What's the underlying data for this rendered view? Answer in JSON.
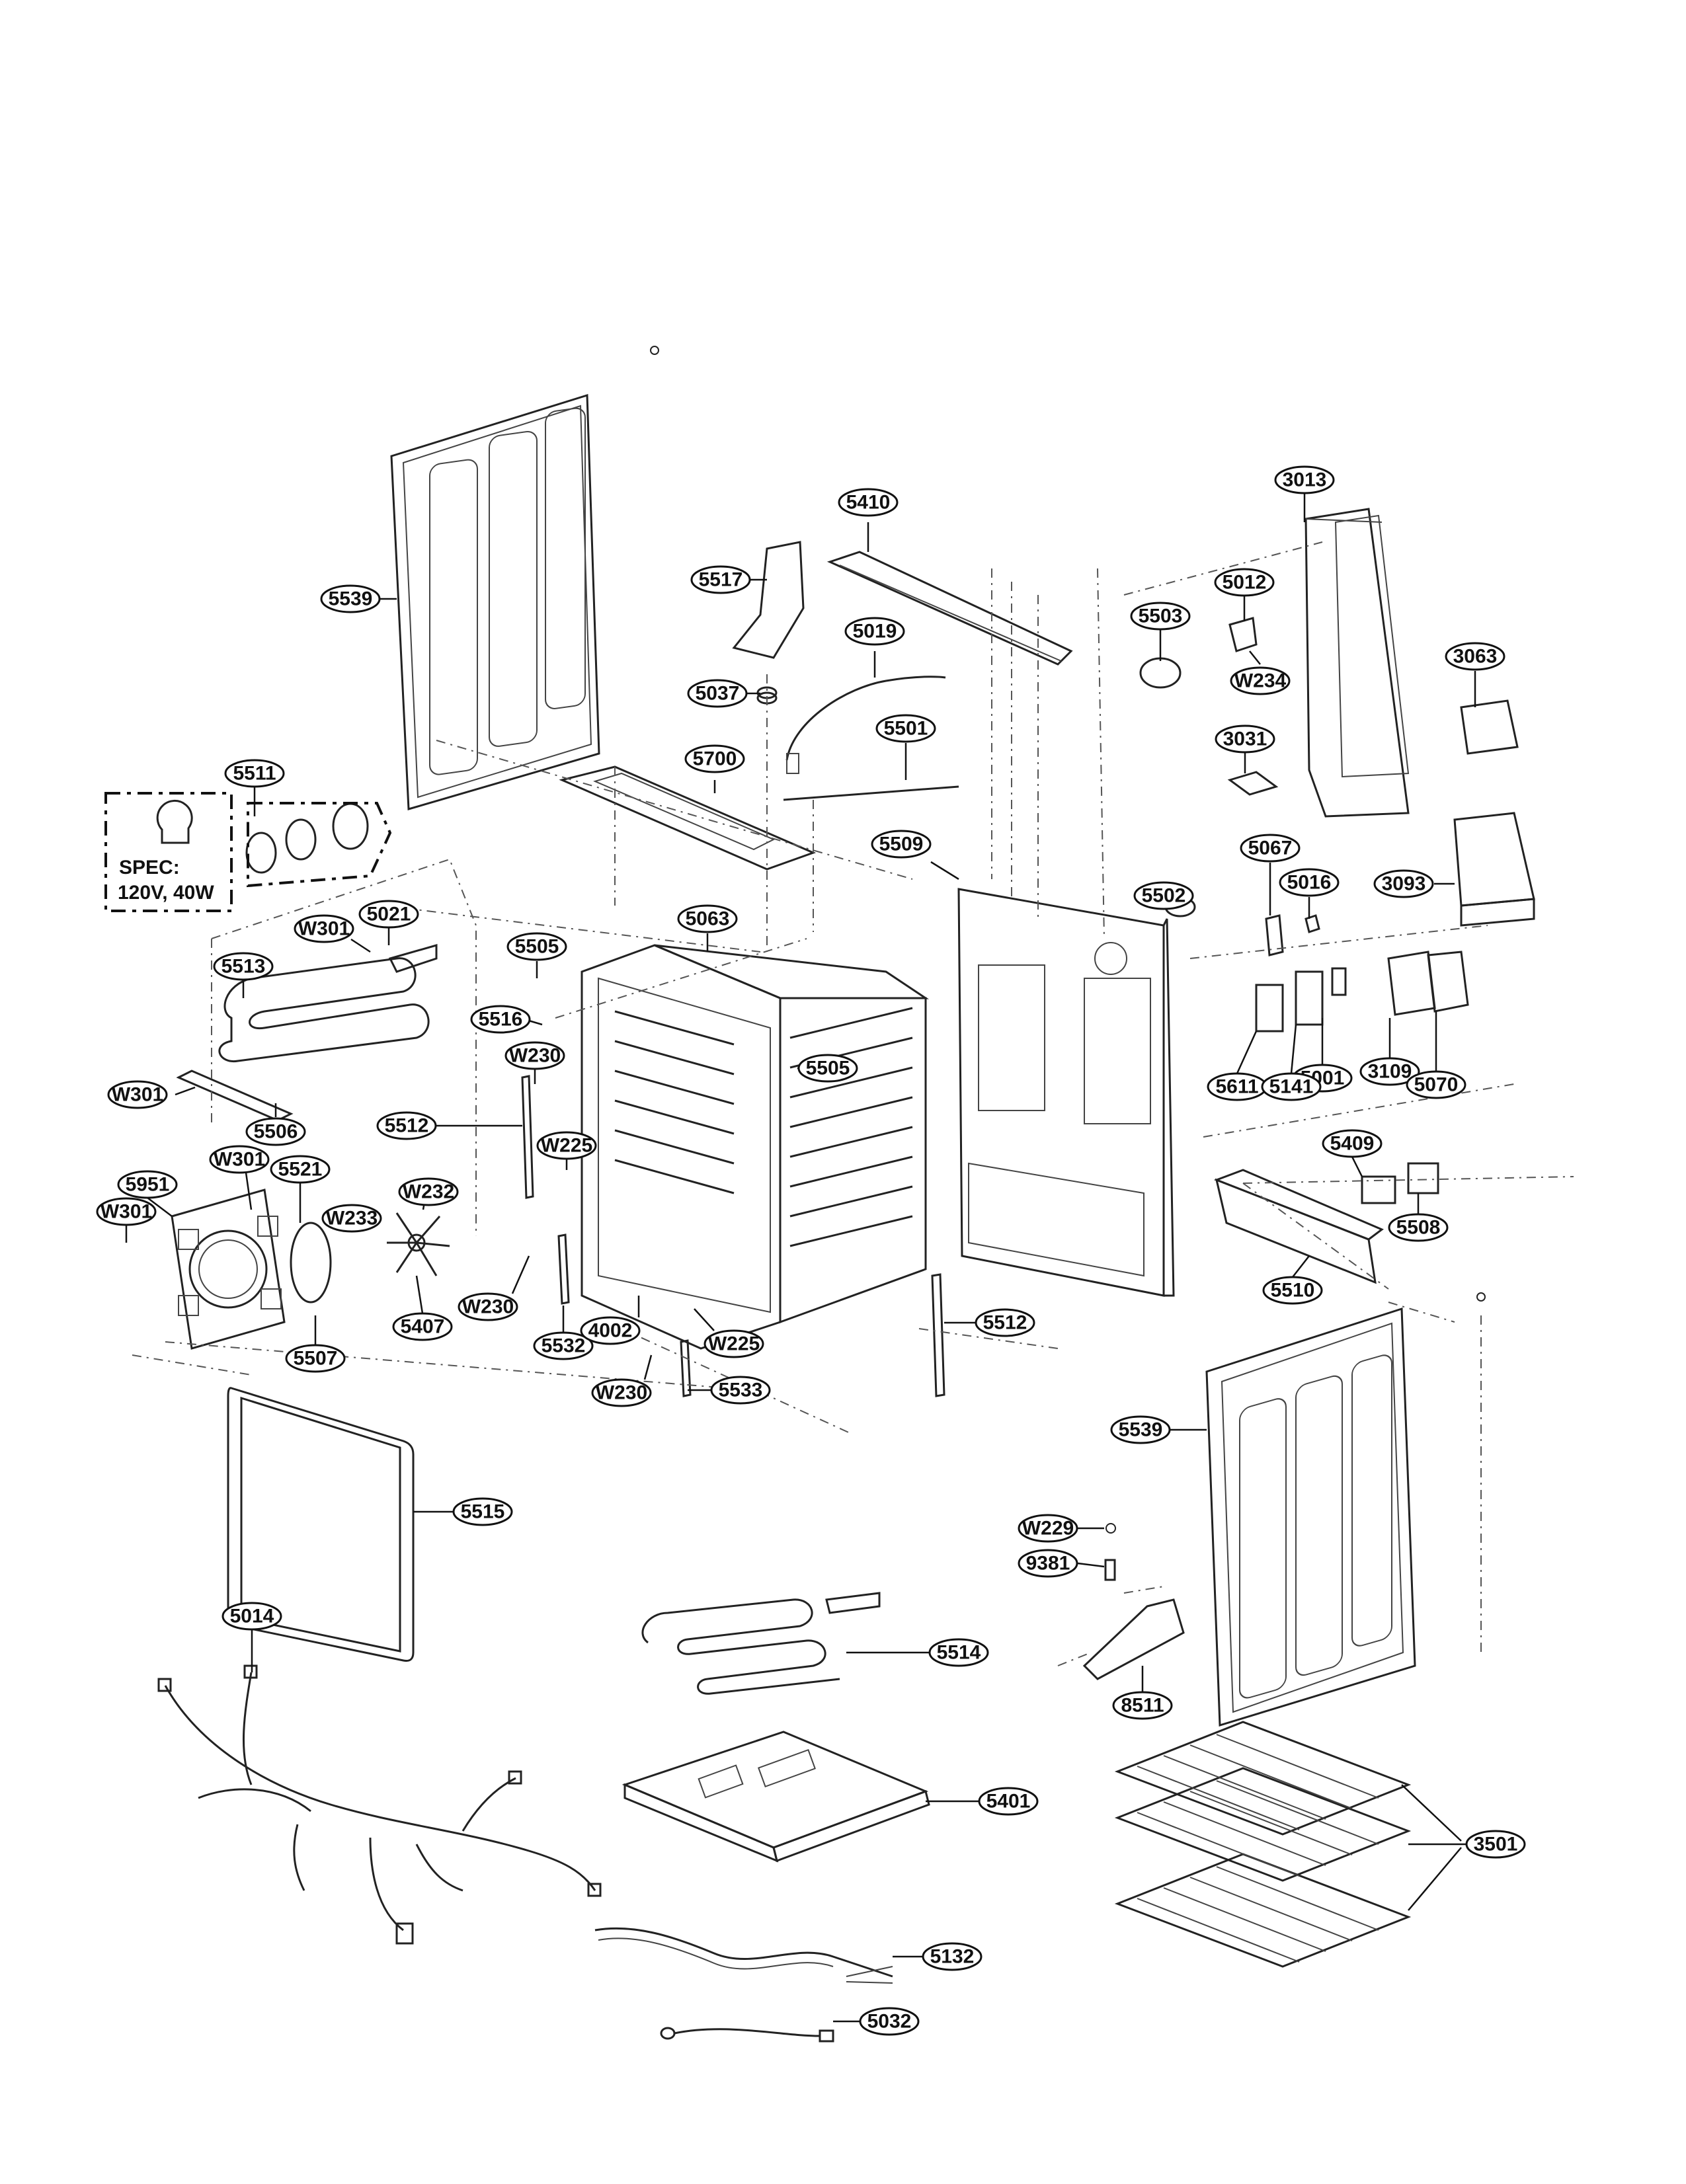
{
  "spec_note": {
    "line1": "SPEC:",
    "line2": "120V, 40W"
  },
  "callouts": [
    {
      "id": "c-5539-top",
      "label": "5539"
    },
    {
      "id": "c-5410",
      "label": "5410"
    },
    {
      "id": "c-5517",
      "label": "5517"
    },
    {
      "id": "c-5019",
      "label": "5019"
    },
    {
      "id": "c-5037",
      "label": "5037"
    },
    {
      "id": "c-5501",
      "label": "5501"
    },
    {
      "id": "c-5700",
      "label": "5700"
    },
    {
      "id": "c-5511",
      "label": "5511"
    },
    {
      "id": "c-3013",
      "label": "3013"
    },
    {
      "id": "c-5012",
      "label": "5012"
    },
    {
      "id": "c-5503",
      "label": "5503"
    },
    {
      "id": "c-W234",
      "label": "W234"
    },
    {
      "id": "c-3063",
      "label": "3063"
    },
    {
      "id": "c-3031",
      "label": "3031"
    },
    {
      "id": "c-5509",
      "label": "5509"
    },
    {
      "id": "c-5067",
      "label": "5067"
    },
    {
      "id": "c-5016",
      "label": "5016"
    },
    {
      "id": "c-3093",
      "label": "3093"
    },
    {
      "id": "c-5502",
      "label": "5502"
    },
    {
      "id": "c-W301-a",
      "label": "W301"
    },
    {
      "id": "c-5021",
      "label": "5021"
    },
    {
      "id": "c-5063",
      "label": "5063"
    },
    {
      "id": "c-5505-a",
      "label": "5505"
    },
    {
      "id": "c-5513",
      "label": "5513"
    },
    {
      "id": "c-5516",
      "label": "5516"
    },
    {
      "id": "c-W230-a",
      "label": "W230"
    },
    {
      "id": "c-5505-b",
      "label": "5505"
    },
    {
      "id": "c-W301-b",
      "label": "W301"
    },
    {
      "id": "c-5506",
      "label": "5506"
    },
    {
      "id": "c-5512-a",
      "label": "5512"
    },
    {
      "id": "c-W225-a",
      "label": "W225"
    },
    {
      "id": "c-5001",
      "label": "5001"
    },
    {
      "id": "c-3109",
      "label": "3109"
    },
    {
      "id": "c-5070",
      "label": "5070"
    },
    {
      "id": "c-5611",
      "label": "5611"
    },
    {
      "id": "c-5141",
      "label": "5141"
    },
    {
      "id": "c-W301-c",
      "label": "W301"
    },
    {
      "id": "c-5951",
      "label": "5951"
    },
    {
      "id": "c-5521",
      "label": "5521"
    },
    {
      "id": "c-W232",
      "label": "W232"
    },
    {
      "id": "c-W233",
      "label": "W233"
    },
    {
      "id": "c-W301-d",
      "label": "W301"
    },
    {
      "id": "c-5409",
      "label": "5409"
    },
    {
      "id": "c-5508",
      "label": "5508"
    },
    {
      "id": "c-5510",
      "label": "5510"
    },
    {
      "id": "c-W230-b",
      "label": "W230"
    },
    {
      "id": "c-5407",
      "label": "5407"
    },
    {
      "id": "c-5532",
      "label": "5532"
    },
    {
      "id": "c-4002",
      "label": "4002"
    },
    {
      "id": "c-W225-b",
      "label": "W225"
    },
    {
      "id": "c-5512-b",
      "label": "5512"
    },
    {
      "id": "c-5507",
      "label": "5507"
    },
    {
      "id": "c-W230-c",
      "label": "W230"
    },
    {
      "id": "c-5533",
      "label": "5533"
    },
    {
      "id": "c-5539-bottom",
      "label": "5539"
    },
    {
      "id": "c-5515",
      "label": "5515"
    },
    {
      "id": "c-W229",
      "label": "W229"
    },
    {
      "id": "c-9381",
      "label": "9381"
    },
    {
      "id": "c-5014",
      "label": "5014"
    },
    {
      "id": "c-5514",
      "label": "5514"
    },
    {
      "id": "c-8511",
      "label": "8511"
    },
    {
      "id": "c-5401",
      "label": "5401"
    },
    {
      "id": "c-3501",
      "label": "3501"
    },
    {
      "id": "c-5132",
      "label": "5132"
    },
    {
      "id": "c-5032",
      "label": "5032"
    }
  ]
}
